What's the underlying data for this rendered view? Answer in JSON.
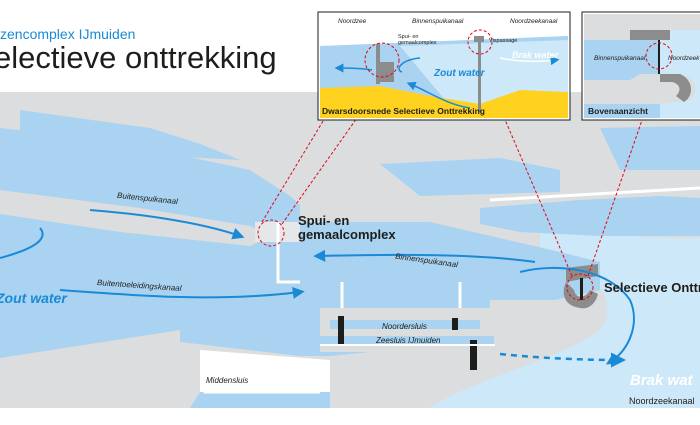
{
  "header": {
    "subtitle": "zencomplex IJmuiden",
    "title": "electieve onttrekking"
  },
  "map_labels": {
    "spui_complex": [
      "Spui- en",
      "gemaalcomplex"
    ],
    "selectieve": "Selectieve Onttrek",
    "zout_water": "Zout water",
    "brak_water": "Brak wat",
    "buitenspuikanaal": "Buitenspuikanaal",
    "buitentoeleidingskanaal": "Buitentoeleidingskanaal",
    "binnenspuikanaal": "Binnenspuikanaal",
    "noordersluis": "Noordersluis",
    "zeesluis": "Zeesluis IJmuiden",
    "middensluis": "Middensluis",
    "noordzeekanaal": "Noordzeekanaal"
  },
  "inset_cross": {
    "caption": "Dwarsdoorsnede Selectieve Onttrekking",
    "label_noordzee": "Noordzee",
    "label_binnenspuikanaal": "Binnenspuikanaal",
    "label_noordzeekanaal": "Noordzeekanaal",
    "label_spui": [
      "Spui- en",
      "gemaalcomplex"
    ],
    "label_vispassage": "Vispassage",
    "label_zout": "Zout water",
    "label_brak": "Brak water"
  },
  "inset_top": {
    "caption": "Bovenaanzicht",
    "label_binnenspuikanaal": "Binnenspuikanaal",
    "label_noordzeekanaal": "Noordzeek"
  },
  "colors": {
    "water": "#a9d3f1",
    "land": "#dbdddf",
    "brak_water": "#cde8f8",
    "arrow": "#1a8ad6",
    "accent_red": "#e30613",
    "sand": "#ffd21f",
    "structure": "#8c8c8c"
  }
}
